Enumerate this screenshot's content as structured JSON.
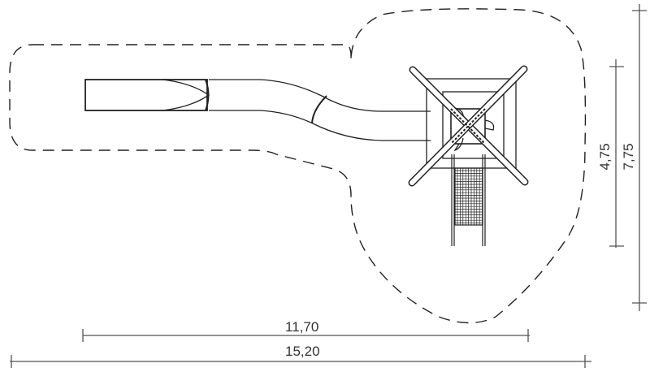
{
  "dimensions": {
    "inner_width": "11,70",
    "total_width": "15,20",
    "inner_depth": "4,75",
    "total_depth": "7,75"
  },
  "colors": {
    "line": "#222222",
    "dim_line": "#555555"
  }
}
